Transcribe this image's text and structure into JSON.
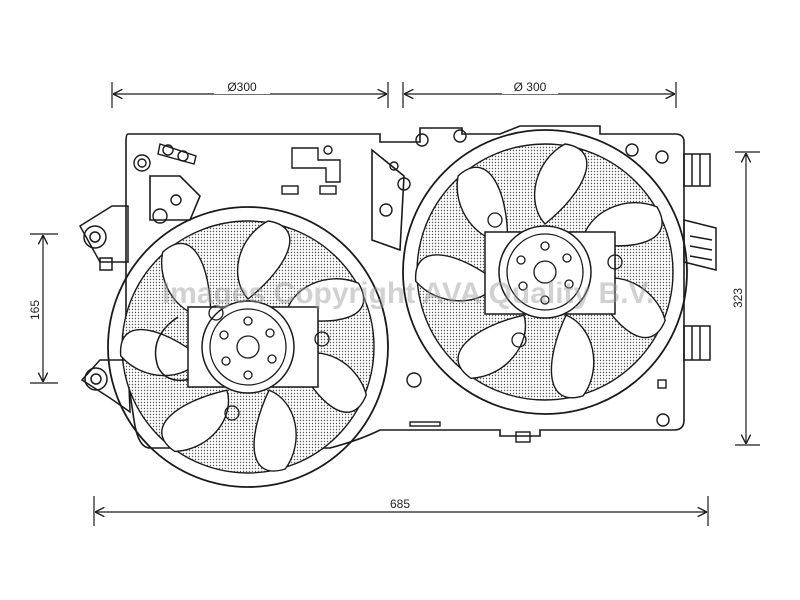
{
  "dimensions": {
    "left_fan_diameter": "Ø300",
    "right_fan_diameter": "Ø 300",
    "left_height": "165",
    "total_height": "323",
    "total_width": "685"
  },
  "watermark": "Images Copyright AVA Quality B.V.",
  "colors": {
    "line": "#1a1a1a",
    "background": "#ffffff"
  },
  "icons": [
    "fan-icon",
    "motor-hub-icon",
    "mounting-bracket-icon",
    "connector-plug-icon"
  ]
}
